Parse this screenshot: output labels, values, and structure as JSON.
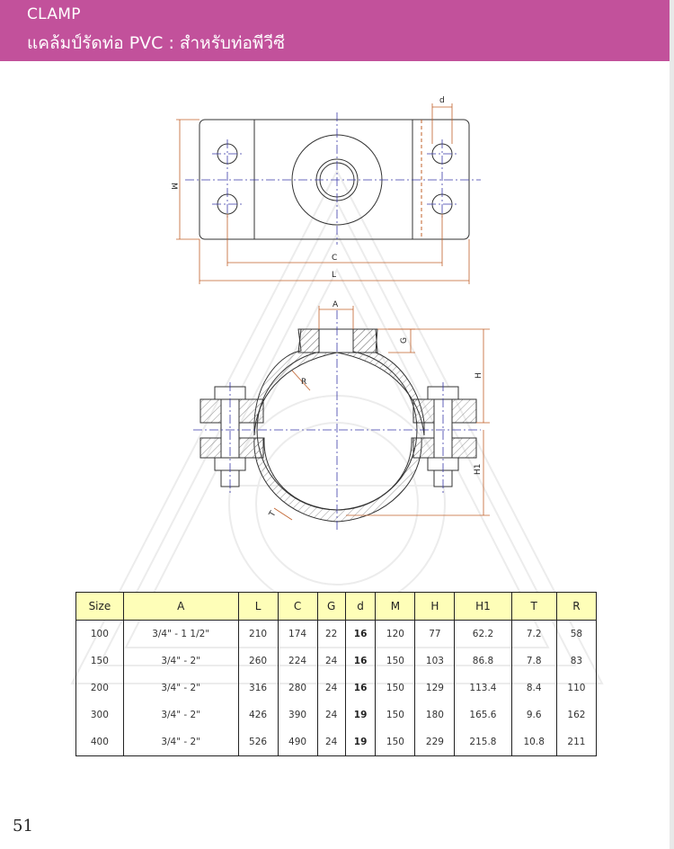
{
  "header": {
    "title": "CLAMP",
    "subtitle": "แคล้มป์รัดท่อ PVC : สำหรับท่อพีวีซี"
  },
  "drawing": {
    "top_view_labels": {
      "d": "d",
      "m": "M",
      "c": "C",
      "l": "L"
    },
    "front_view_labels": {
      "a": "A",
      "g": "G",
      "h": "H",
      "r": "R",
      "h1": "H1",
      "t": "T"
    }
  },
  "table": {
    "headers": [
      "Size",
      "A",
      "L",
      "C",
      "G",
      "d",
      "M",
      "H",
      "H1",
      "T",
      "R"
    ],
    "rows": [
      [
        "100",
        "3/4\" - 1 1/2\"",
        "210",
        "174",
        "22",
        "16",
        "120",
        "77",
        "62.2",
        "7.2",
        "58"
      ],
      [
        "150",
        "3/4\" - 2\"",
        "260",
        "224",
        "24",
        "16",
        "150",
        "103",
        "86.8",
        "7.8",
        "83"
      ],
      [
        "200",
        "3/4\" - 2\"",
        "316",
        "280",
        "24",
        "16",
        "150",
        "129",
        "113.4",
        "8.4",
        "110"
      ],
      [
        "300",
        "3/4\" - 2\"",
        "426",
        "390",
        "24",
        "19",
        "150",
        "180",
        "165.6",
        "9.6",
        "162"
      ],
      [
        "400",
        "3/4\" - 2\"",
        "526",
        "490",
        "24",
        "19",
        "150",
        "229",
        "215.8",
        "10.8",
        "211"
      ]
    ]
  },
  "footer": {
    "page_number": "51"
  },
  "colors": {
    "banner": "#c2519b",
    "table_header": "#fefeb8",
    "dimension": "#c0602a",
    "centerline": "#3a3aa8"
  }
}
